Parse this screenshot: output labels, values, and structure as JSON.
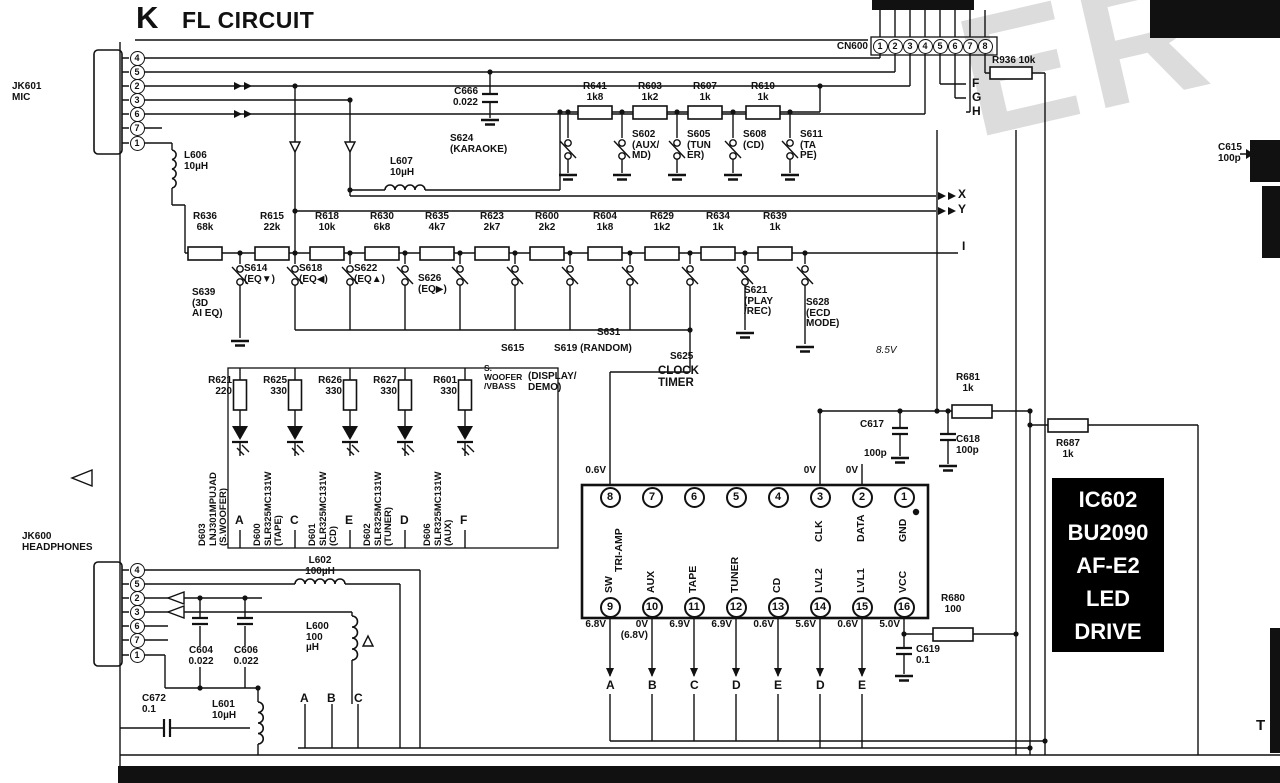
{
  "page": {
    "section_letter": "K",
    "section_title": "FL CIRCUIT",
    "watermark": "ER",
    "corner_letter": "T",
    "rail_voltage": "8.5V"
  },
  "cn600": {
    "label": "CN600",
    "pins": [
      "1",
      "2",
      "3",
      "4",
      "5",
      "6",
      "7",
      "8"
    ]
  },
  "jk601": {
    "label": "JK601\nMIC",
    "pins": [
      "4",
      "5",
      "2",
      "3",
      "6",
      "7",
      "1"
    ]
  },
  "jk600": {
    "label": "JK600\nHEADPHONES",
    "pins": [
      "4",
      "5",
      "2",
      "3",
      "6",
      "7",
      "1"
    ]
  },
  "nets": {
    "f": "F",
    "g": "G",
    "h": "H",
    "x": "X",
    "y": "Y",
    "i": "I"
  },
  "parts": {
    "r936": "R936 10k",
    "c615": "C615\n100p",
    "c666": "C666\n0.022",
    "l606": "L606\n10µH",
    "l607": "L607\n10µH",
    "r681": "R681\n1k",
    "r687": "R687\n1k",
    "r680": "R680\n100",
    "c617_ref": "C617",
    "c617_val": "100p",
    "c618": "C618\n100p",
    "c619": "C619\n0.1",
    "l602": "L602\n100µH",
    "l600": "L600\n100\nµH",
    "l601": "L601\n10µH",
    "c604": "C604\n0.022",
    "c606": "C606\n0.022",
    "c672": "C672\n0.1"
  },
  "resistor_row_top": [
    "R641\n1k8",
    "R603\n1k2",
    "R607\n1k",
    "R610\n1k"
  ],
  "switch_row_top": [
    "S624\n(KARAOKE)",
    "S602\n(AUX/\nMD)",
    "S605\n(TUN\nER)",
    "S608\n(CD)",
    "S611\n(TA\nPE)"
  ],
  "resistor_row_main": [
    "R636\n68k",
    "R615\n22k",
    "R618\n10k",
    "R630\n6k8",
    "R635\n4k7",
    "R623\n2k7",
    "R600\n2k2",
    "R604\n1k8",
    "R629\n1k2",
    "R634\n1k",
    "R639\n1k"
  ],
  "switches": {
    "s639": "S639\n(3D\nAI EQ)",
    "s614": "S614\n(EQ▼)",
    "s618": "S618\n(EQ◀)",
    "s622": "S622\n(EQ▲)",
    "s626": "S626\n(EQ▶)",
    "s615": "S615",
    "s619": "S619 (RANDOM)",
    "s631": "S631",
    "s621": "S621\n(PLAY\n/REC)",
    "s628": "S628\n(ECD\nMODE)",
    "s625": "S625",
    "s625_function": "CLOCK\nTIMER",
    "swoofer": "S.\nWOOFER\n/VBASS",
    "swoofer_function": "(DISPLAY/\nDEMO)"
  },
  "led_resistors": [
    "R621\n220",
    "R625\n330",
    "R626\n330",
    "R627\n330",
    "R601\n330"
  ],
  "leds": [
    {
      "label": "D603\nLNJ301MPUJAD\n(S.WOOFER)",
      "net": "A"
    },
    {
      "label": "D600\nSLR325MC131W\n(TAPE)",
      "net": "C"
    },
    {
      "label": "D601\nSLR325MC131W\n(CD)",
      "net": "E"
    },
    {
      "label": "D602\nSLR325MC131W\n(TUNER)",
      "net": "D"
    },
    {
      "label": "D606\nSLR325MC131W\n(AUX)",
      "net": "F"
    }
  ],
  "ic602": {
    "box_label": "IC602\nBU2090\nAF-E2\nLED\nDRIVE",
    "amp_label": "TRI-AMP",
    "top_pins": [
      {
        "n": "8",
        "above": "0.6V",
        "signal": ""
      },
      {
        "n": "7",
        "above": "",
        "signal": ""
      },
      {
        "n": "6",
        "above": "",
        "signal": ""
      },
      {
        "n": "5",
        "above": "",
        "signal": ""
      },
      {
        "n": "4",
        "above": "",
        "signal": ""
      },
      {
        "n": "3",
        "above": "0V",
        "signal": "CLK"
      },
      {
        "n": "2",
        "above": "0V",
        "signal": "DATA"
      },
      {
        "n": "1",
        "above": "",
        "signal": "GND"
      }
    ],
    "bottom_pins": [
      {
        "n": "9",
        "signal": "SW",
        "voltage": "6.8V",
        "net": "A"
      },
      {
        "n": "10",
        "signal": "AUX",
        "voltage": "0V\n(6.8V)",
        "net": "B"
      },
      {
        "n": "11",
        "signal": "TAPE",
        "voltage": "6.9V",
        "net": "C"
      },
      {
        "n": "12",
        "signal": "TUNER",
        "voltage": "6.9V",
        "net": "D"
      },
      {
        "n": "13",
        "signal": "CD",
        "voltage": "0.6V",
        "net": "E"
      },
      {
        "n": "14",
        "signal": "LVL2",
        "voltage": "5.6V",
        "net": "D"
      },
      {
        "n": "15",
        "signal": "LVL1",
        "voltage": "0.6V",
        "net": "E"
      },
      {
        "n": "16",
        "signal": "VCC",
        "voltage": "5.0V",
        "net": ""
      }
    ]
  },
  "bottom_left_letters": [
    "A",
    "B",
    "C"
  ]
}
